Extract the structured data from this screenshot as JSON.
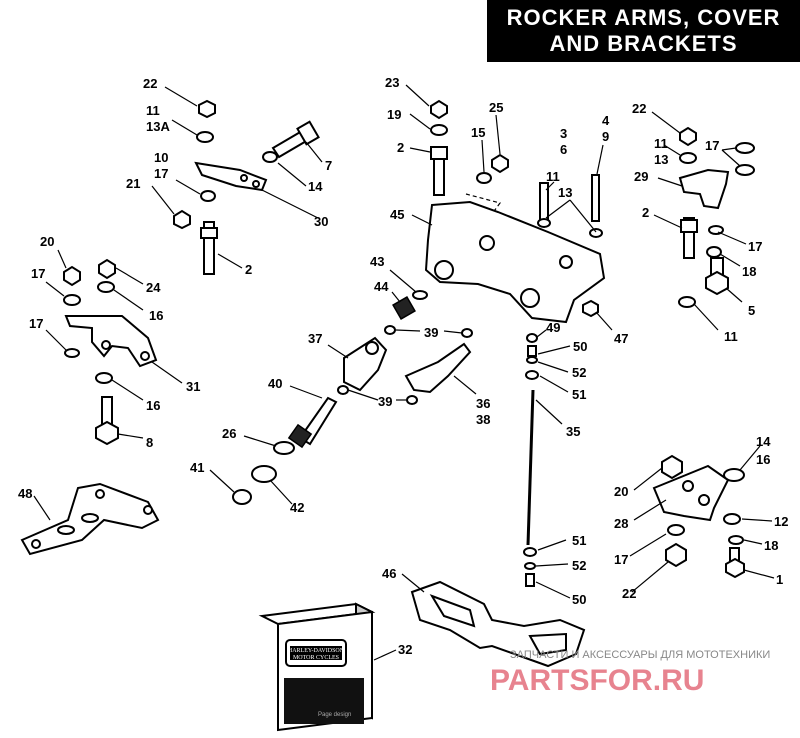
{
  "title": {
    "line1": "ROCKER ARMS, COVER",
    "line2": "AND BRACKETS"
  },
  "callouts": {
    "c22a": "22",
    "c11a": "11",
    "c13Aa": "13A",
    "c7": "7",
    "c10": "10",
    "c17a": "17",
    "c21": "21",
    "c14a": "14",
    "c30": "30",
    "c2a": "2",
    "c23": "23",
    "c19": "19",
    "c25": "25",
    "c2b": "2",
    "c15": "15",
    "c3": "3",
    "c6": "6",
    "c11b": "11",
    "c13b": "13",
    "c4": "4",
    "c9": "9",
    "c45": "45",
    "c22b": "22",
    "c11c": "11",
    "c13c": "13",
    "c17b": "17",
    "c29": "29",
    "c2c": "2",
    "c17c": "17",
    "c18a": "18",
    "c5": "5",
    "c11d": "11",
    "c20a": "20",
    "c24": "24",
    "c17d": "17",
    "c16a": "16",
    "c17e": "17",
    "c31": "31",
    "c16b": "16",
    "c8": "8",
    "c43": "43",
    "c44": "44",
    "c37": "37",
    "c39a": "39",
    "c49": "49",
    "c50a": "50",
    "c47": "47",
    "c52a": "52",
    "c51a": "51",
    "c40": "40",
    "c39b": "39",
    "c36": "36",
    "c38": "38",
    "c35": "35",
    "c26": "26",
    "c41": "41",
    "c42": "42",
    "c14b": "14",
    "c16c": "16",
    "c20b": "20",
    "c28": "28",
    "c12": "12",
    "c17f": "17",
    "c18b": "18",
    "c22c": "22",
    "c1": "1",
    "c48": "48",
    "c51b": "51",
    "c52b": "52",
    "c50b": "50",
    "c46": "46",
    "c32": "32"
  },
  "box_logo": {
    "line1": "HARLEY-DAVIDSON",
    "line2": "MOTOR CYCLES"
  },
  "watermark": {
    "caption": "ЗАПЧАСТИ И АКСЕССУАРЫ ДЛЯ МОТОТЕХНИКИ",
    "brand": "PARTSFOR.RU",
    "footer": "Page design"
  },
  "colors": {
    "title_bg": "#000000",
    "title_fg": "#ffffff",
    "watermark_brand": "#e05a6a",
    "line": "#000000"
  }
}
